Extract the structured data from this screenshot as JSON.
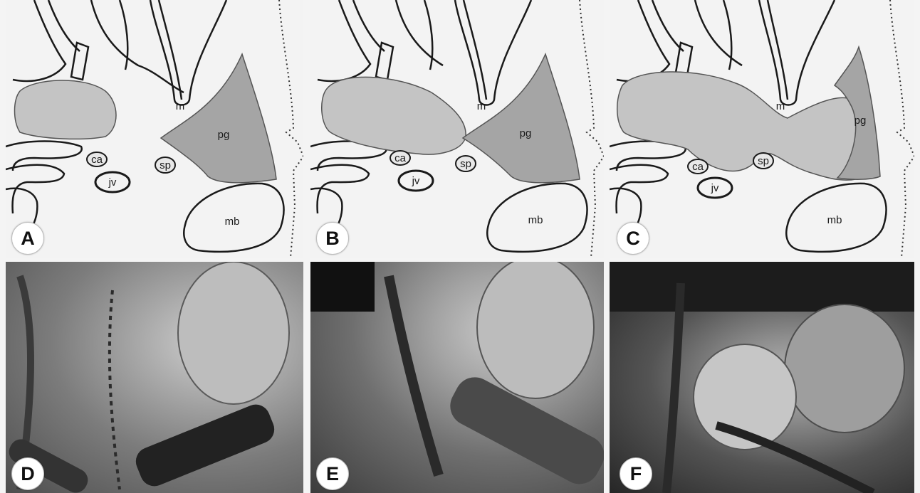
{
  "panels": {
    "A": {
      "letter": "A",
      "labels": {
        "m": "m",
        "pg": "pg",
        "ca": "ca",
        "sp": "sp",
        "jv": "jv",
        "mb": "mb"
      }
    },
    "B": {
      "letter": "B",
      "labels": {
        "m": "m",
        "pg": "pg",
        "ca": "ca",
        "sp": "sp",
        "jv": "jv",
        "mb": "mb"
      }
    },
    "C": {
      "letter": "C",
      "labels": {
        "m": "m",
        "pg": "pg",
        "ca": "ca",
        "sp": "sp",
        "jv": "jv",
        "mb": "mb"
      }
    },
    "D": {
      "letter": "D"
    },
    "E": {
      "letter": "E"
    },
    "F": {
      "letter": "F"
    }
  },
  "colors": {
    "tumor_fill": "#c4c4c4",
    "parotid_fill": "#a5a5a5",
    "background": "#f4f4f4",
    "outline": "#1a1a1a"
  }
}
